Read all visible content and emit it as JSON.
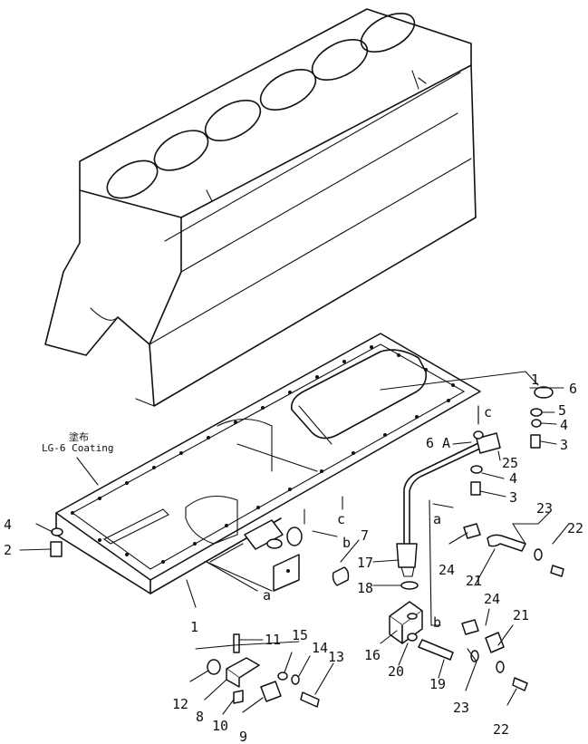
{
  "coating_note": {
    "jp": "塗布",
    "en": "LG-6 Coating"
  },
  "callouts": [
    {
      "id": "c1a",
      "text": "1"
    },
    {
      "id": "c1b",
      "text": "1"
    },
    {
      "id": "c2",
      "text": "2"
    },
    {
      "id": "c3a",
      "text": "3"
    },
    {
      "id": "c3b",
      "text": "3"
    },
    {
      "id": "c4a",
      "text": "4"
    },
    {
      "id": "c4b",
      "text": "4"
    },
    {
      "id": "c4c",
      "text": "4"
    },
    {
      "id": "c5",
      "text": "5"
    },
    {
      "id": "c6",
      "text": "6"
    },
    {
      "id": "c6a",
      "text": "6 A"
    },
    {
      "id": "c7",
      "text": "7"
    },
    {
      "id": "c8",
      "text": "8"
    },
    {
      "id": "c9",
      "text": "9"
    },
    {
      "id": "c10",
      "text": "10"
    },
    {
      "id": "c11",
      "text": "11"
    },
    {
      "id": "c12",
      "text": "12"
    },
    {
      "id": "c13",
      "text": "13"
    },
    {
      "id": "c14",
      "text": "14"
    },
    {
      "id": "c15",
      "text": "15"
    },
    {
      "id": "c16",
      "text": "16"
    },
    {
      "id": "c17",
      "text": "17"
    },
    {
      "id": "c18",
      "text": "18"
    },
    {
      "id": "c19",
      "text": "19"
    },
    {
      "id": "c20",
      "text": "20"
    },
    {
      "id": "c21a",
      "text": "21"
    },
    {
      "id": "c21b",
      "text": "21"
    },
    {
      "id": "c22a",
      "text": "22"
    },
    {
      "id": "c22b",
      "text": "22"
    },
    {
      "id": "c23a",
      "text": "23"
    },
    {
      "id": "c23b",
      "text": "23"
    },
    {
      "id": "c24a",
      "text": "24"
    },
    {
      "id": "c24b",
      "text": "24"
    },
    {
      "id": "c25",
      "text": "25"
    }
  ],
  "reference_letters": {
    "a_left": "a",
    "a_right": "a",
    "b_left": "b",
    "b_right": "b",
    "c_left": "c",
    "c_right": "c"
  }
}
